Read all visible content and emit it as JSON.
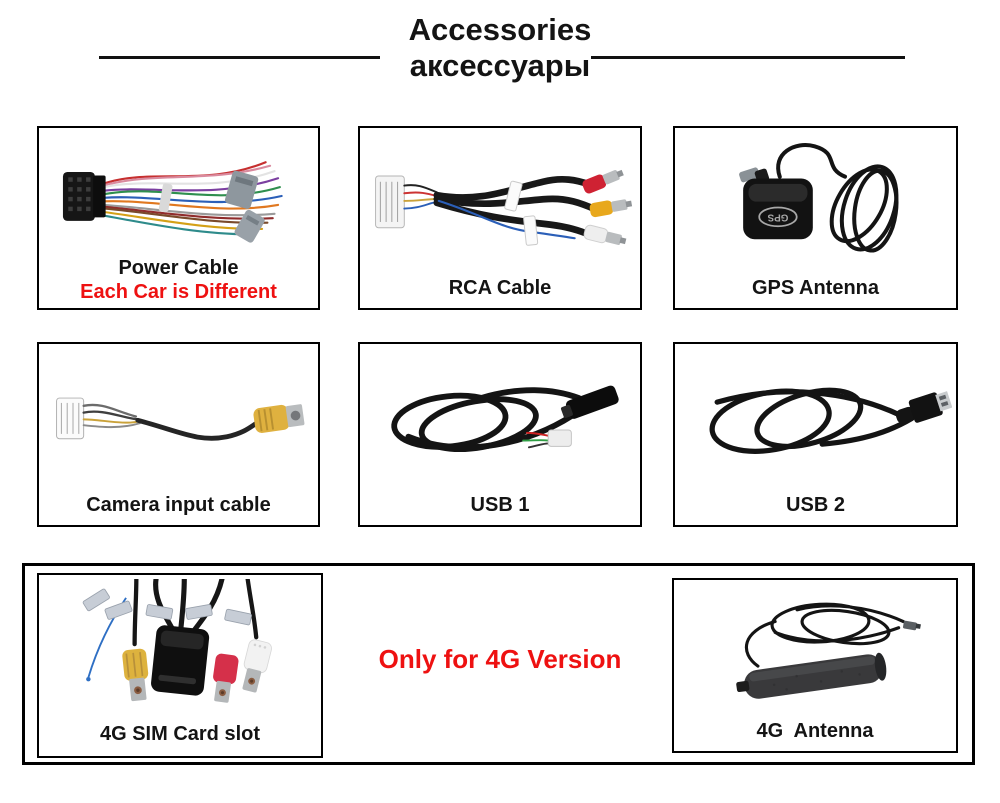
{
  "header": {
    "title_en": "Accessories",
    "title_ru": "аксессуары"
  },
  "colors": {
    "accent_red": "#ee1111",
    "text": "#141414",
    "border": "#000000",
    "background": "#ffffff"
  },
  "cards": [
    {
      "label": "Power Cable",
      "sublabel": "Each Car is Different",
      "image": "power-cable-photo"
    },
    {
      "label": "RCA Cable",
      "image": "rca-cable-photo"
    },
    {
      "label": "GPS Antenna",
      "image": "gps-antenna-photo"
    },
    {
      "label": "Camera input cable",
      "image": "camera-input-cable-photo"
    },
    {
      "label": "USB 1",
      "image": "usb-cable-1-photo"
    },
    {
      "label": "USB 2",
      "image": "usb-cable-2-photo"
    }
  ],
  "bottom_section": {
    "note": "Only for 4G Version",
    "cards": [
      {
        "label": "4G SIM Card slot",
        "image": "4g-sim-card-slot-photo"
      },
      {
        "label": "4G  Antenna",
        "image": "4g-antenna-photo"
      }
    ]
  }
}
